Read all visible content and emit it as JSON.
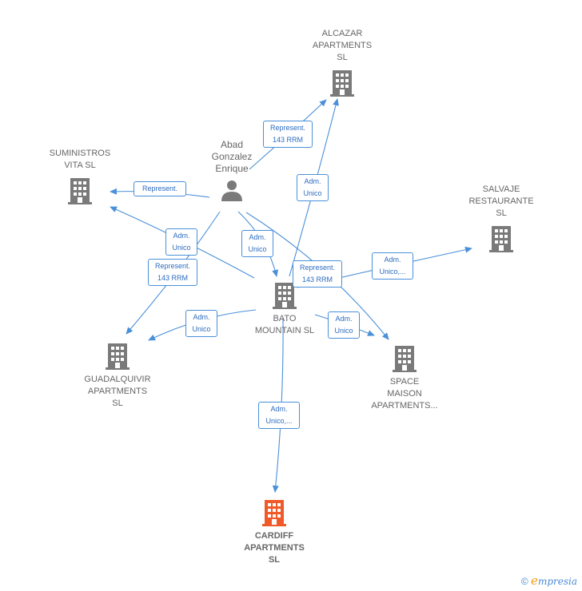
{
  "colors": {
    "edge": "#4a90d9",
    "building": "#7a7a7a",
    "building_highlight": "#f05a28",
    "label": "#666666"
  },
  "person": {
    "name": "Abad\nGonzalez\nEnrique",
    "icon": "person-icon"
  },
  "companies": {
    "alcazar": "ALCAZAR\nAPARTMENTS\nSL",
    "suministros": "SUMINISTROS\nVITA  SL",
    "salvaje": "SALVAJE\nRESTAURANTE\nSL",
    "bato": "BATO\nMOUNTAIN  SL",
    "guadalquivir": "GUADALQUIVIR\nAPARTMENTS\nSL",
    "space": "SPACE\nMAISON\nAPARTMENTS...",
    "cardiff": "CARDIFF\nAPARTMENTS\nSL"
  },
  "edge_labels": {
    "represent_143_top": "Represent.\n143 RRM",
    "represent_suministros": "Represent.",
    "adm_unico_alcazar": "Adm.\nUnico",
    "adm_unico_suministros": "Adm.\nUnico",
    "adm_unico_bato": "Adm.\nUnico",
    "represent_143_guadalquivir": "Represent.\n143 RRM",
    "represent_143_space": "Represent.\n143 RRM",
    "adm_unico_salvaje": "Adm.\nUnico,...",
    "adm_unico_guadalquivir": "Adm.\nUnico",
    "adm_unico_space": "Adm.\nUnico",
    "adm_unico_cardiff": "Adm.\nUnico,..."
  },
  "footer": {
    "copyright": "©",
    "brand_first": "e",
    "brand_rest": "mpresia"
  }
}
